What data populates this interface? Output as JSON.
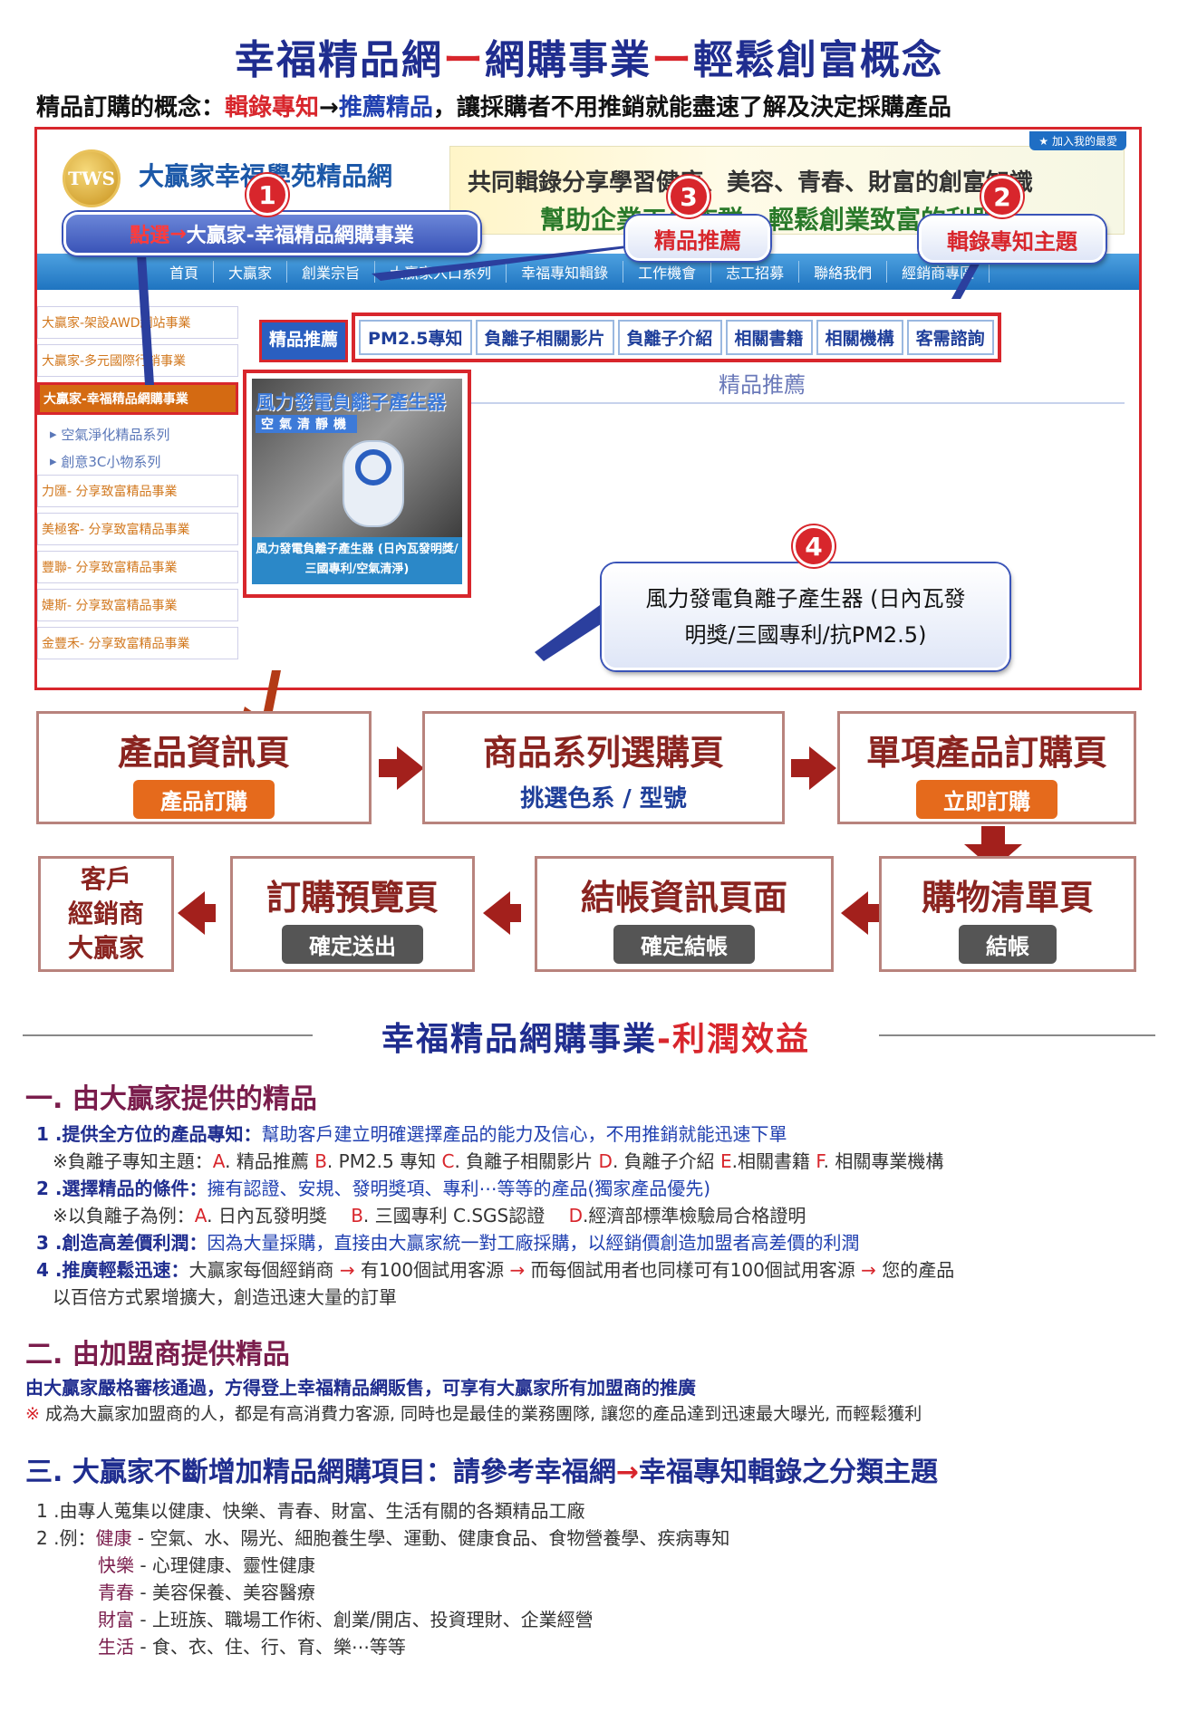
{
  "header": {
    "title_a": "幸福精品網",
    "title_dash1": "ー",
    "title_b": "網購事業",
    "title_dash2": "ー",
    "title_c": "輕鬆創富概念",
    "sub_a": "精品訂購的概念：",
    "sub_b": "輯錄專知",
    "sub_arrow": "→",
    "sub_c": "推薦精品",
    "sub_d": "，讓採購者不用推銷就能盡速了解及決定採購產品"
  },
  "website": {
    "logo": "TWS",
    "site_name": "大贏家幸福學苑精品網",
    "fav_label": "★ 加入我的最愛",
    "banner_line1": "共同輯錄分享學習健康、美容、青春、財富的創富知識",
    "banner_line2": "幫助企業工作族群，輕鬆創業致富的利器",
    "nav": [
      "首頁",
      "大贏家",
      "創業宗旨",
      "大贏家入口系列",
      "幸福專知輯錄",
      "工作機會",
      "志工招募",
      "聯絡我們",
      "經銷商專區"
    ],
    "sidebar": [
      {
        "label": "大贏家-架設AWD網站事業",
        "type": "item"
      },
      {
        "label": "大贏家-多元國際行銷事業",
        "type": "item"
      },
      {
        "label": "大贏家-幸福精品網購事業",
        "type": "active"
      },
      {
        "label": "空氣淨化精品系列",
        "type": "sub"
      },
      {
        "label": "創意3C小物系列",
        "type": "sub"
      },
      {
        "label": "力匯- 分享致富精品事業",
        "type": "item"
      },
      {
        "label": "美極客- 分享致富精品事業",
        "type": "item"
      },
      {
        "label": "豐聯- 分享致富精品事業",
        "type": "item"
      },
      {
        "label": "婕斯- 分享致富精品事業",
        "type": "item"
      },
      {
        "label": "金豐禾- 分享致富精品事業",
        "type": "item"
      }
    ],
    "tab_selected": "精品推薦",
    "tabs": [
      "PM2.5專知",
      "負離子相關影片",
      "負離子介紹",
      "相關書籍",
      "相關機構",
      "客需諮詢"
    ],
    "section_title": "精品推薦",
    "product_photo_t1": "風力發電負離子產生器",
    "product_photo_t2": "空氣清靜機",
    "product_caption": "風力發電負離子產生器 (日內瓦發明獎/三國專利/空氣清淨)"
  },
  "callouts": {
    "c1_num": "1",
    "c1_a": "點選",
    "c1_arrow": "→",
    "c1_b": " 大贏家-幸福精品網購事業",
    "c2_num": "2",
    "c2": "輯錄專知主題",
    "c3_num": "3",
    "c3": "精品推薦",
    "c4_num": "4",
    "c4_l1": "風力發電負離子產生器 (日內瓦發",
    "c4_l2": "明獎/三國專利/抗PM2.5)"
  },
  "flow": {
    "b1_title": "產品資訊頁",
    "b1_btn": "產品訂購",
    "b2_title": "商品系列選購頁",
    "b2_sub": "挑選色系 / 型號",
    "b3_title": "單項產品訂購頁",
    "b3_btn": "立即訂購",
    "b4_title": "購物清單頁",
    "b4_btn": "結帳",
    "b5_title": "結帳資訊頁面",
    "b5_btn": "確定結帳",
    "b6_title": "訂購預覽頁",
    "b6_btn": "確定送出",
    "b7_l1": "客戶",
    "b7_l2": "經銷商",
    "b7_l3": "大贏家"
  },
  "profit": {
    "title_a": "幸福精品網購事業",
    "title_dash": "-",
    "title_b": "利潤效益",
    "s1_title": "一. 由大贏家提供的精品",
    "s1_1_b": "1 .提供全方位的產品專知：",
    "s1_1_t": "幫助客戶建立明確選擇產品的能力及信心，不用推銷就能迅速下單",
    "s1_1n": "※負離子專知主題：",
    "s1_1n_a": "A",
    "s1_1n_at": ". 精品推薦 ",
    "s1_1n_b": "B",
    "s1_1n_bt": ". PM2.5 專知 ",
    "s1_1n_c": "C",
    "s1_1n_ct": ". 負離子相關影片 ",
    "s1_1n_d": "D",
    "s1_1n_dt": ". 負離子介紹 ",
    "s1_1n_e": "E",
    "s1_1n_et": ".相關書籍 ",
    "s1_1n_f": "F",
    "s1_1n_ft": ". 相關專業機構",
    "s1_2_b": "2 .選擇精品的條件：",
    "s1_2_t": "擁有認證、安規、發明獎項、專利⋯等等的產品(獨家產品優先)",
    "s1_2n": "※以負離子為例：",
    "s1_2n_a": "A",
    "s1_2n_at": ". 日內瓦發明獎　 ",
    "s1_2n_b": "B",
    "s1_2n_bt": ". 三國專利 C.SGS認證　 ",
    "s1_2n_d": "D",
    "s1_2n_dt": ".經濟部標準檢驗局合格證明",
    "s1_3_b": "3 .創造高差價利潤：",
    "s1_3_t": "因為大量採購，直接由大贏家統一對工廠採購，以經銷價創造加盟者高差價的利潤",
    "s1_4_b": "4 .推廣輕鬆迅速：",
    "s1_4_t1": "大贏家每個經銷商 ",
    "s1_4_t2": " 有100個試用客源 ",
    "s1_4_t3": " 而每個試用者也同樣可有100個試用客源 ",
    "s1_4_t4": " 您的產品",
    "s1_4_t5": "以百倍方式累增擴大，創造迅速大量的訂單",
    "arrow": "→",
    "s2_title": "二. 由加盟商提供精品",
    "s2_b": "由大贏家嚴格審核通過，方得登上幸福精品網販售，可享有大贏家所有加盟商的推廣",
    "s2_n_mark": "※",
    "s2_n": " 成為大贏家加盟商的人，都是有高消費力客源, 同時也是最佳的業務團隊, 讓您的產品達到迅速最大曝光, 而輕鬆獲利",
    "s3_title_a": "三. 大贏家不斷增加精品網購項目：請參考幸福網",
    "s3_title_b": "幸福專知輯錄之分類主題",
    "s3_1": "1 .由專人蒐集以健康、快樂、青春、財富、生活有關的各類精品工廠",
    "s3_2_pre": "2 .例：",
    "cats": [
      {
        "k": "健康",
        "v": " - 空氣、水、陽光、細胞養生學、運動、健康食品、食物營養學、疾病專知"
      },
      {
        "k": "快樂",
        "v": " - 心理健康、靈性健康"
      },
      {
        "k": "青春",
        "v": " - 美容保養、美容醫療"
      },
      {
        "k": "財富",
        "v": " - 上班族、職場工作術、創業/開店、投資理財、企業經營"
      },
      {
        "k": "生活",
        "v": " - 食、衣、住、行、育、樂⋯等等"
      }
    ]
  }
}
